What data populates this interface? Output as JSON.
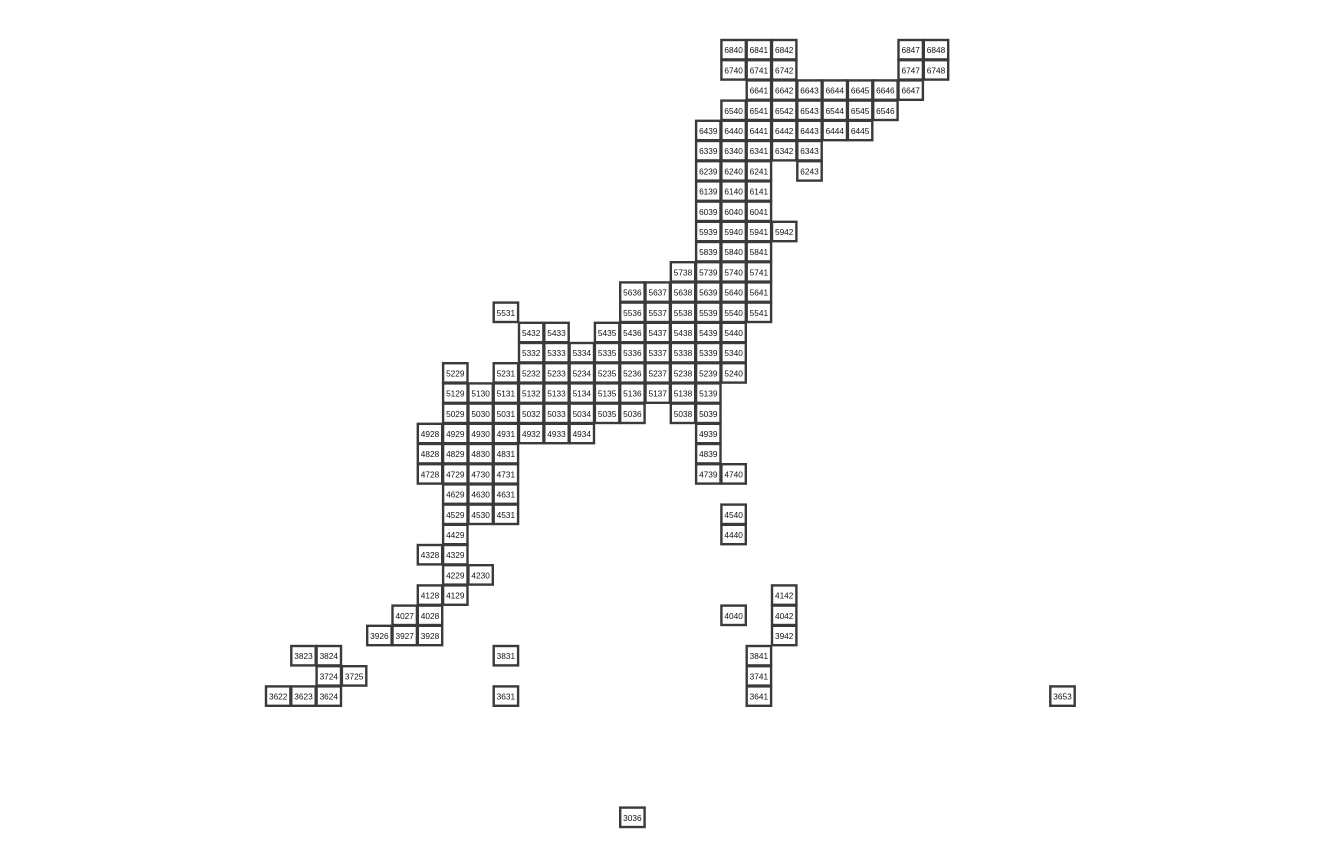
{
  "map": {
    "cells": [
      "6840",
      "6841",
      "6842",
      "6847",
      "6848",
      "6740",
      "6741",
      "6742",
      "6747",
      "6748",
      "6641",
      "6642",
      "6643",
      "6644",
      "6645",
      "6646",
      "6647",
      "6540",
      "6541",
      "6542",
      "6543",
      "6544",
      "6545",
      "6546",
      "6439",
      "6440",
      "6441",
      "6442",
      "6443",
      "6444",
      "6445",
      "6339",
      "6340",
      "6341",
      "6342",
      "6343",
      "6239",
      "6240",
      "6241",
      "6243",
      "6139",
      "6140",
      "6141",
      "6039",
      "6040",
      "6041",
      "5939",
      "5940",
      "5941",
      "5942",
      "5839",
      "5840",
      "5841",
      "5738",
      "5739",
      "5740",
      "5741",
      "5636",
      "5637",
      "5638",
      "5639",
      "5640",
      "5641",
      "5531",
      "5536",
      "5537",
      "5538",
      "5539",
      "5540",
      "5541",
      "5432",
      "5433",
      "5435",
      "5436",
      "5437",
      "5438",
      "5439",
      "5440",
      "5332",
      "5333",
      "5334",
      "5335",
      "5336",
      "5337",
      "5338",
      "5339",
      "5340",
      "5229",
      "5231",
      "5232",
      "5233",
      "5234",
      "5235",
      "5236",
      "5237",
      "5238",
      "5239",
      "5240",
      "5129",
      "5130",
      "5131",
      "5132",
      "5133",
      "5134",
      "5135",
      "5136",
      "5137",
      "5138",
      "5139",
      "5029",
      "5030",
      "5031",
      "5032",
      "5033",
      "5034",
      "5035",
      "5036",
      "5038",
      "5039",
      "4928",
      "4929",
      "4930",
      "4931",
      "4932",
      "4933",
      "4934",
      "4939",
      "4828",
      "4829",
      "4830",
      "4831",
      "4839",
      "4728",
      "4729",
      "4730",
      "4731",
      "4739",
      "4740",
      "4629",
      "4630",
      "4631",
      "4529",
      "4530",
      "4531",
      "4540",
      "4429",
      "4440",
      "4328",
      "4329",
      "4229",
      "4230",
      "4128",
      "4129",
      "4142",
      "4027",
      "4028",
      "4040",
      "4042",
      "3926",
      "3927",
      "3928",
      "3942",
      "3823",
      "3824",
      "3831",
      "3841",
      "3724",
      "3725",
      "3741",
      "3622",
      "3623",
      "3624",
      "3631",
      "3641",
      "3653",
      "3036"
    ]
  }
}
